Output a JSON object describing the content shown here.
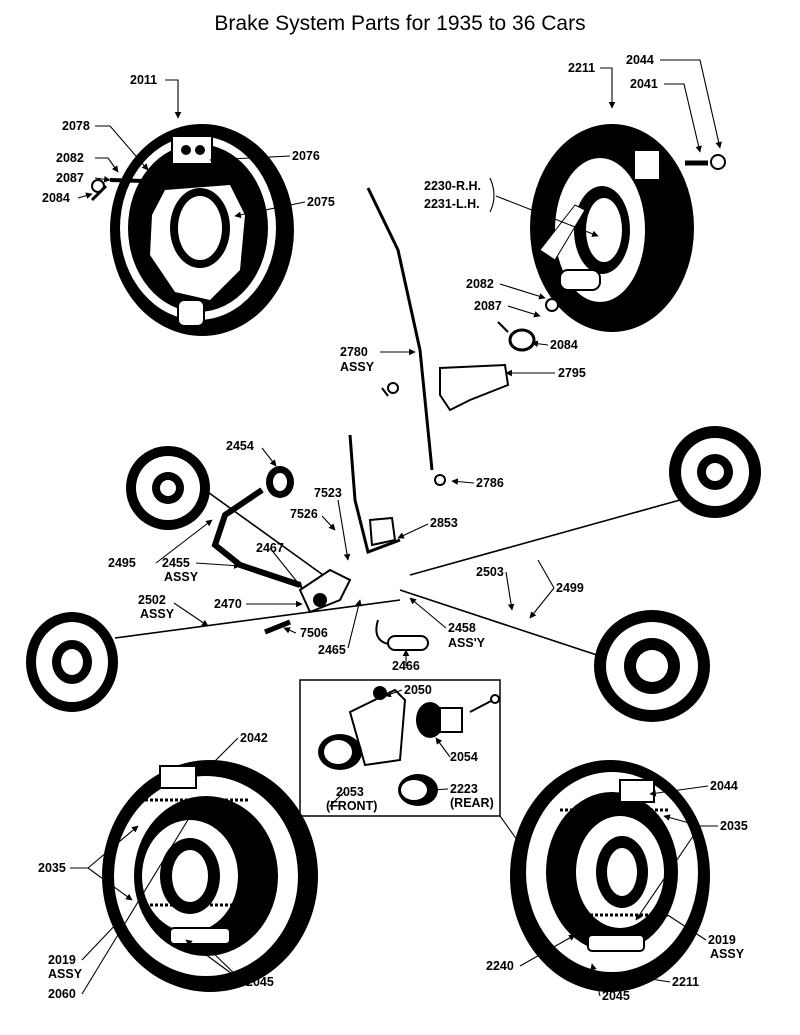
{
  "title": "Brake System Parts for 1935 to 36 Cars",
  "colors": {
    "ink": "#000000",
    "paper": "#ffffff"
  },
  "labels": {
    "l2011": "2011",
    "l2078": "2078",
    "l2082a": "2082",
    "l2087a": "2087",
    "l2084a": "2084",
    "l2076": "2076",
    "l2075": "2075",
    "l2211a": "2211",
    "l2044a": "2044",
    "l2041": "2041",
    "l2230": "2230-R.H.",
    "l2231": "2231-L.H.",
    "l2082b": "2082",
    "l2087b": "2087",
    "l2084b": "2084",
    "l2780": "2780",
    "l2780assy": "ASSY",
    "l2795": "2795",
    "l2786": "2786",
    "l2454": "2454",
    "l7523": "7523",
    "l7526": "7526",
    "l2853": "2853",
    "l2467": "2467",
    "l2495": "2495",
    "l2455": "2455",
    "l2455assy": "ASSY",
    "l2503": "2503",
    "l2499": "2499",
    "l2502": "2502",
    "l2502assy": "ASSY",
    "l2470": "2470",
    "l7506": "7506",
    "l2465": "2465",
    "l2458": "2458",
    "l2458assy": "ASS'Y",
    "l2466": "2466",
    "l2050": "2050",
    "l2054": "2054",
    "l2053": "2053",
    "l2053front": "(FRONT)",
    "l2223": "2223",
    "l2223rear": "(REAR)",
    "l2042": "2042",
    "l2035a": "2035",
    "l2019a": "2019",
    "l2019aassy": "ASSY",
    "l2060": "2060",
    "l2045a": "2045",
    "l2044b": "2044",
    "l2035b": "2035",
    "l2019b": "2019",
    "l2019bassy": "ASSY",
    "l2240": "2240",
    "l2211b": "2211",
    "l2045b": "2045"
  }
}
